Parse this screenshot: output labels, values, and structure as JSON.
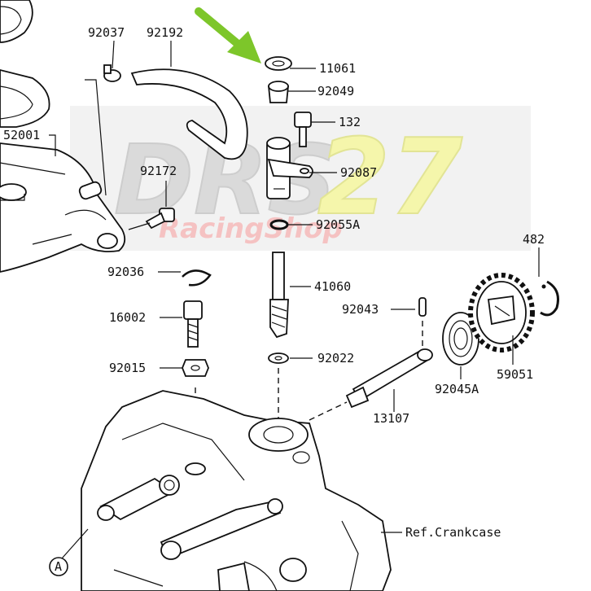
{
  "diagram": {
    "callouts": {
      "p92037": "92037",
      "p92192": "92192",
      "p11061": "11061",
      "p92049": "92049",
      "p132": "132",
      "p52001": "52001",
      "p92087": "92087",
      "p92172": "92172",
      "p92055a": "92055A",
      "p482": "482",
      "p92036": "92036",
      "p41060": "41060",
      "p16002": "16002",
      "p92043": "92043",
      "p92015": "92015",
      "p92022": "92022",
      "p59051": "59051",
      "p92045a": "92045A",
      "p13107": "13107",
      "ref_crankcase": "Ref.Crankcase",
      "marker_a": "A"
    },
    "watermark": {
      "brand": "DRS",
      "number": "27",
      "tagline": "RacingShop"
    },
    "colors": {
      "highlight_arrow": "#7dc62a",
      "watermark_gray": "#d8d8d8",
      "watermark_yellow": "#f2f59a",
      "watermark_red": "#f3b8b8",
      "line": "#111111"
    }
  }
}
